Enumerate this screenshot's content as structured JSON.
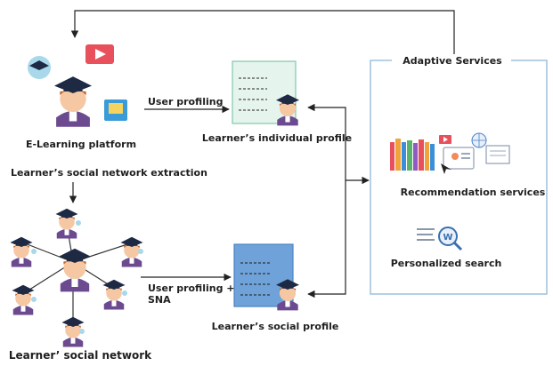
{
  "nodes": {
    "elearning_platform": {
      "label": "E-Learning platform"
    },
    "individual_profile": {
      "label": "Learner’s individual profile"
    },
    "social_profile": {
      "label": "Learner’s social profile"
    },
    "social_network": {
      "label": "Learner’ social network"
    },
    "adaptive_services": {
      "title": "Adaptive Services",
      "recommendation": {
        "label": "Recommendation services"
      },
      "search": {
        "label": "Personalized search"
      }
    }
  },
  "edges": {
    "user_profiling": "User profiling",
    "sna_line1": "User profiling +",
    "sna_line2": "SNA",
    "extraction": "Learner’s social network extraction"
  },
  "colors": {
    "individual_profile_fill": "#e6f4ee",
    "individual_profile_border": "#7fc8a9",
    "social_profile_fill": "#6fa2d8",
    "adaptive_border": "#8fb7d9",
    "arrow": "#222222"
  }
}
